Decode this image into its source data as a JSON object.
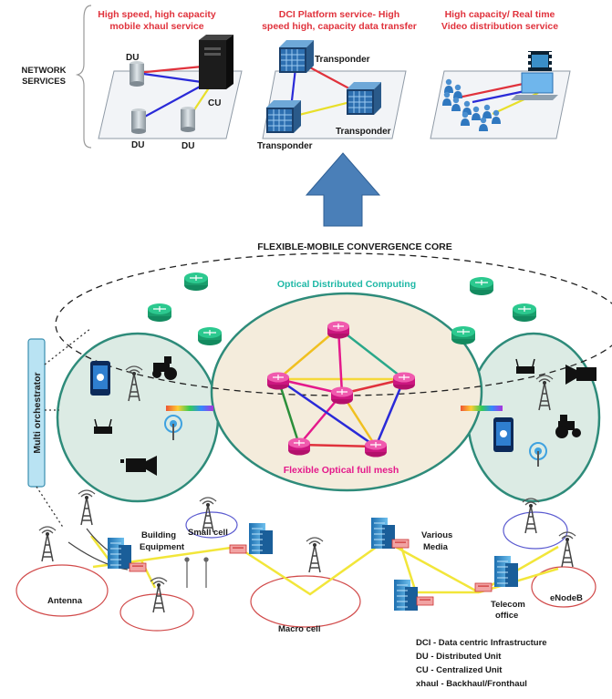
{
  "network_services": {
    "label_line1": "NETWORK",
    "label_line2": "SERVICES",
    "service1": {
      "title_line1": "High speed, high capacity",
      "title_line2": "mobile xhaul service",
      "du1": "DU",
      "du2": "DU",
      "du3": "DU",
      "cu": "CU"
    },
    "service2": {
      "title_line1": "DCI Platform service- High",
      "title_line2": "speed high, capacity data transfer",
      "transponder1": "Transponder",
      "transponder2": "Transponder",
      "transponder3": "Transponder"
    },
    "service3": {
      "title_line1": "High capacity/ Real time",
      "title_line2": "Video distribution service"
    }
  },
  "core": {
    "title": "FLEXIBLE-MOBILE CONVERGENCE CORE",
    "optical_computing": "Optical Distributed Computing",
    "mesh_label": "Flexible Optical full mesh",
    "orchestrator": "Multi orchestrator"
  },
  "access": {
    "antenna": "Antenna",
    "building_line1": "Building",
    "building_line2": "Equipment",
    "small_cell": "Small cell",
    "macro_cell": "Macro cell",
    "various_line1": "Various",
    "various_line2": "Media",
    "telecom_line1": "Telecom",
    "telecom_line2": "office",
    "enodeb": "eNodeB"
  },
  "legend": [
    "DCI - Data centric Infrastructure",
    "DU - Distributed Unit",
    "CU - Centralized Unit",
    "xhaul - Backhaul/Fronthaul"
  ],
  "colors": {
    "title_red": "#e0323c",
    "router_green": "#22b07d",
    "router_pink": "#e4198b",
    "arrow_blue": "#4a7fb8",
    "mesh_fill": "#f4ecdc",
    "cluster_fill": "#dcebe4",
    "link_yellow": "#f2e63a",
    "cell_red": "#d14a4a",
    "cell_blue": "#5a5ad0"
  }
}
